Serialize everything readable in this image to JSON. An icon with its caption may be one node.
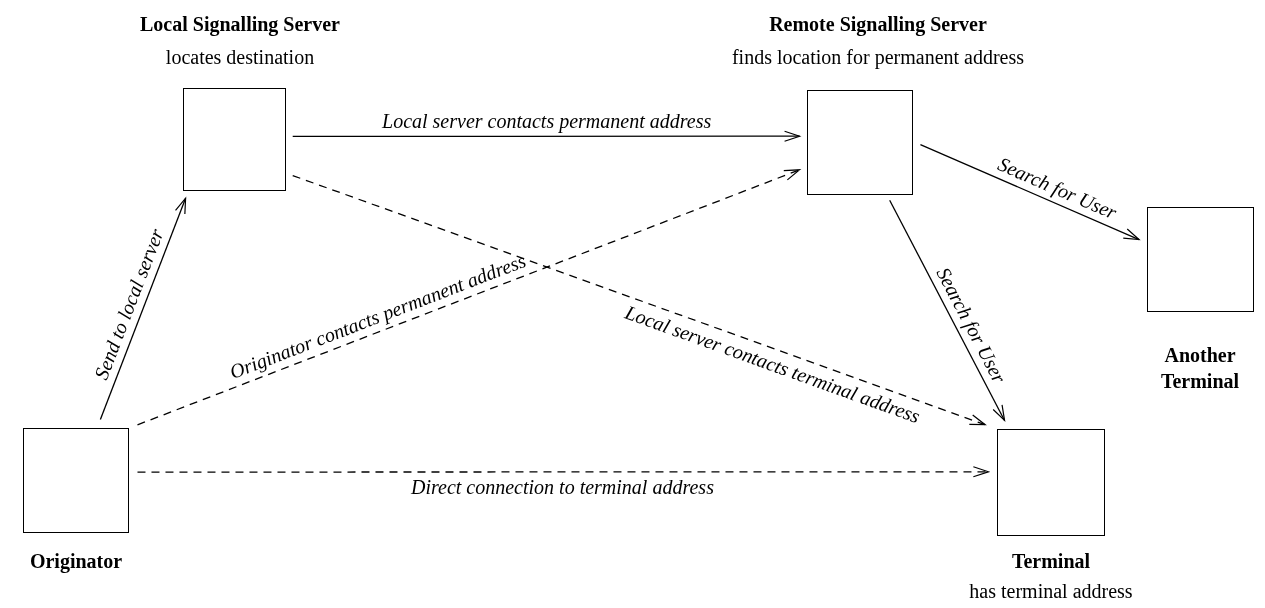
{
  "diagram": {
    "nodes": [
      {
        "text": [
          "Local Signalling Server",
          "locates destination"
        ]
      },
      {
        "text": [
          "Remote Signalling Server",
          "finds location for permanent address"
        ]
      },
      {
        "text": [
          "Another Terminal"
        ]
      },
      {
        "text": [
          "Originator"
        ]
      },
      {
        "text": [
          "Terminal",
          "has terminal address"
        ]
      }
    ],
    "edges": [
      {
        "from": 3,
        "to": 0,
        "arrow": "to",
        "label": "Send to local server"
      },
      {
        "from": 0,
        "to": 1,
        "arrow": "to",
        "label": "Local server contacts permanent address"
      },
      {
        "from": 3,
        "to": 1,
        "arrow": "to",
        "label": "Originator contacts permanent address",
        "style": "dashed"
      },
      {
        "from": 0,
        "to": 4,
        "arrow": "to",
        "label": "Local server contacts terminal address",
        "style": "dashed"
      },
      {
        "from": 1,
        "to": 2,
        "arrow": "to",
        "label": "Search for User"
      },
      {
        "from": 1,
        "to": 4,
        "arrow": "to",
        "label": "Search for User"
      },
      {
        "from": 3,
        "to": 4,
        "arrow": "to",
        "label": "Direct connection to terminal address",
        "style": "dashed"
      }
    ]
  }
}
